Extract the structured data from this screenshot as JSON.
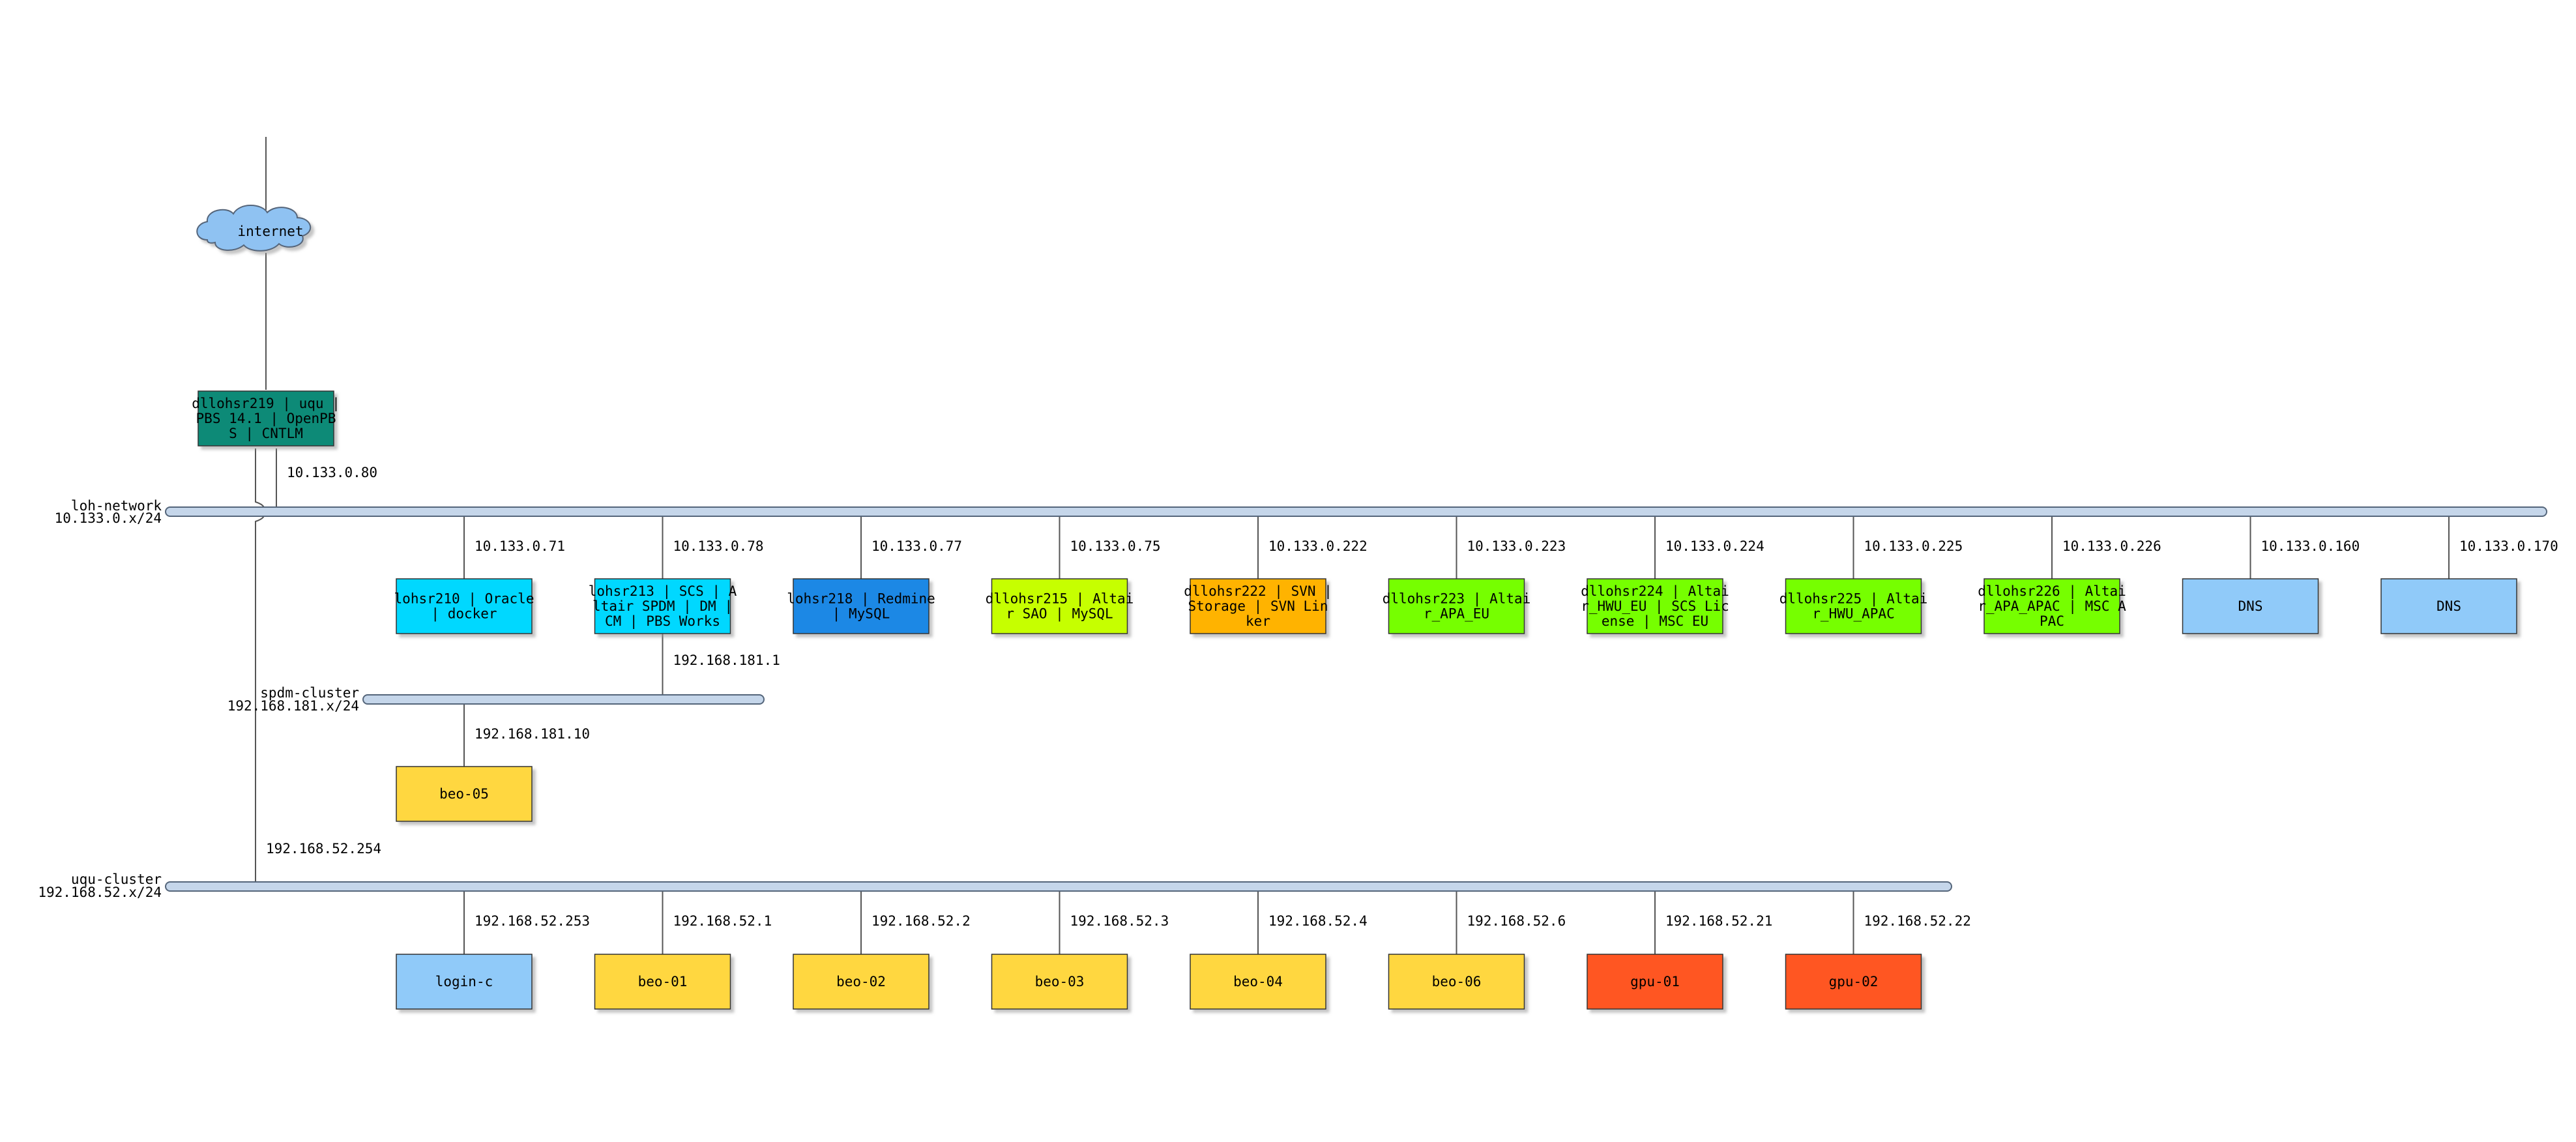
{
  "internet": {
    "label": "internet",
    "color": "#8fc2f2"
  },
  "networks": [
    {
      "id": "loh",
      "name": "loh-network",
      "address": "10.133.0.x/24"
    },
    {
      "id": "spdm",
      "name": "spdm-cluster",
      "address": "192.168.181.x/24"
    },
    {
      "id": "uqu",
      "name": "uqu-cluster",
      "address": "192.168.52.x/24"
    }
  ],
  "gateway": {
    "lines": [
      "dllohsr219 | uqu |",
      "PBS 14.1 | OpenPB",
      "S | CNTLM"
    ],
    "color": "#0e8a77",
    "addresses": {
      "loh": "10.133.0.80",
      "uqu": "192.168.52.254"
    }
  },
  "loh_nodes": [
    {
      "ip": "10.133.0.71",
      "lines": [
        "lohsr210 | Oracle",
        "| docker"
      ],
      "color": "#00d8ff"
    },
    {
      "ip": "10.133.0.78",
      "lines": [
        "lohsr213 | SCS | A",
        "ltair SPDM | DM |",
        "CM | PBS Works"
      ],
      "color": "#00d8ff"
    },
    {
      "ip": "10.133.0.77",
      "lines": [
        "lohsr218 | Redmine",
        "| MySQL"
      ],
      "color": "#1e88e5"
    },
    {
      "ip": "10.133.0.75",
      "lines": [
        "dllohsr215 | Altai",
        "r SAO | MySQL"
      ],
      "color": "#c6ff00"
    },
    {
      "ip": "10.133.0.222",
      "lines": [
        "dllohsr222 | SVN |",
        "Storage | SVN Lin",
        "ker"
      ],
      "color": "#ffb300"
    },
    {
      "ip": "10.133.0.223",
      "lines": [
        "dllohsr223 | Altai",
        "r_APA_EU"
      ],
      "color": "#76ff03"
    },
    {
      "ip": "10.133.0.224",
      "lines": [
        "dllohsr224 | Altai",
        "r_HWU_EU | SCS Lic",
        "ense | MSC EU"
      ],
      "color": "#76ff03"
    },
    {
      "ip": "10.133.0.225",
      "lines": [
        "dllohsr225 | Altai",
        "r_HWU_APAC"
      ],
      "color": "#76ff03"
    },
    {
      "ip": "10.133.0.226",
      "lines": [
        "dllohsr226 | Altai",
        "r_APA_APAC | MSC A",
        "PAC"
      ],
      "color": "#76ff03"
    },
    {
      "ip": "10.133.0.160",
      "lines": [
        "DNS"
      ],
      "color": "#90caf9"
    },
    {
      "ip": "10.133.0.170",
      "lines": [
        "DNS"
      ],
      "color": "#90caf9"
    }
  ],
  "spdm_link": {
    "ip": "192.168.181.1"
  },
  "spdm_nodes": [
    {
      "ip": "192.168.181.10",
      "lines": [
        "beo-05"
      ],
      "color": "#ffd740"
    }
  ],
  "uqu_nodes": [
    {
      "ip": "192.168.52.253",
      "lines": [
        "login-c"
      ],
      "color": "#90caf9"
    },
    {
      "ip": "192.168.52.1",
      "lines": [
        "beo-01"
      ],
      "color": "#ffd740"
    },
    {
      "ip": "192.168.52.2",
      "lines": [
        "beo-02"
      ],
      "color": "#ffd740"
    },
    {
      "ip": "192.168.52.3",
      "lines": [
        "beo-03"
      ],
      "color": "#ffd740"
    },
    {
      "ip": "192.168.52.4",
      "lines": [
        "beo-04"
      ],
      "color": "#ffd740"
    },
    {
      "ip": "192.168.52.6",
      "lines": [
        "beo-06"
      ],
      "color": "#ffd740"
    },
    {
      "ip": "192.168.52.21",
      "lines": [
        "gpu-01"
      ],
      "color": "#ff5722"
    },
    {
      "ip": "192.168.52.22",
      "lines": [
        "gpu-02"
      ],
      "color": "#ff5722"
    }
  ],
  "colors": {
    "bus_fill": "#c5d6ea",
    "bus_stroke": "#54657a",
    "line": "#555555",
    "shadow": "#666666"
  }
}
